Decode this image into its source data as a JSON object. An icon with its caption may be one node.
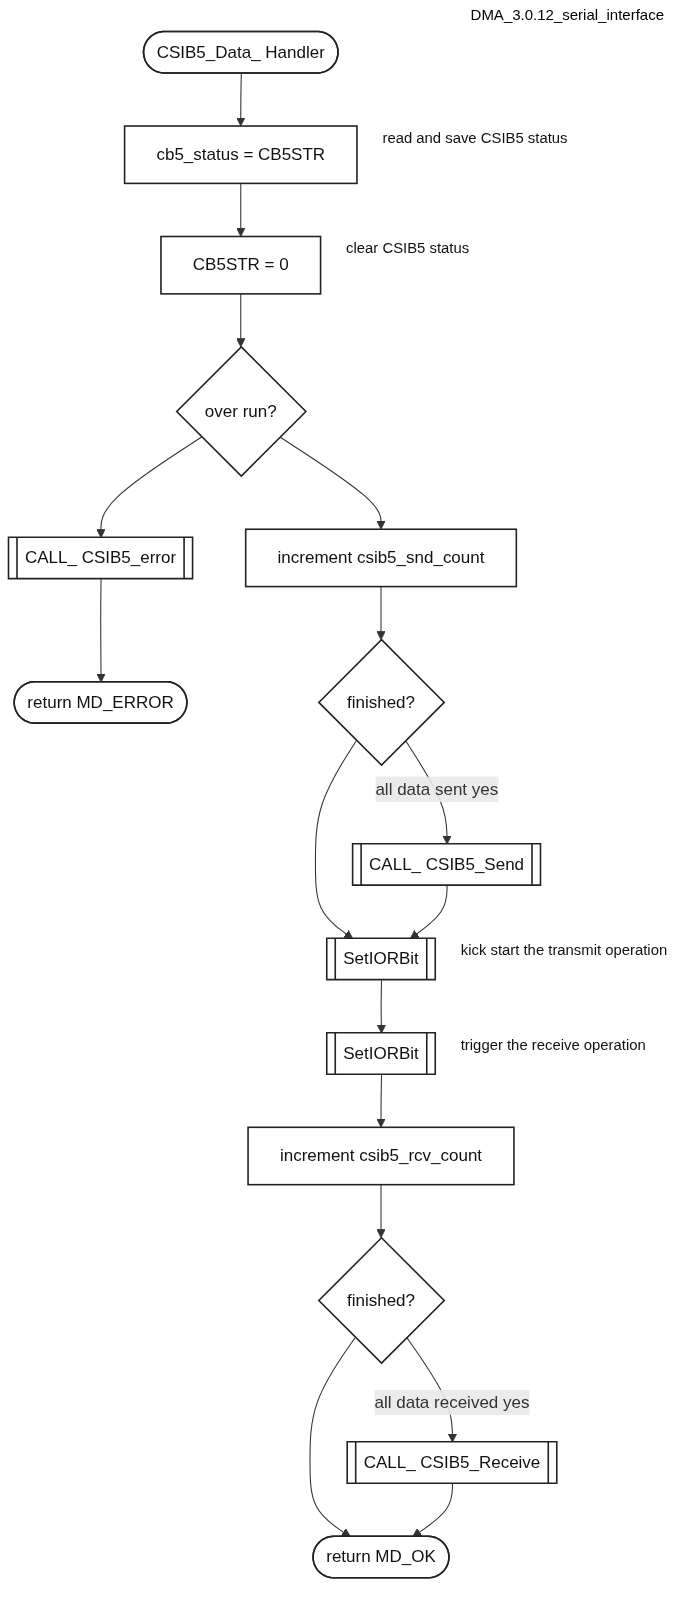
{
  "diagram": {
    "title": "DMA_3.0.12_serial_interface",
    "nodes": [
      {
        "text": [
          "CSIB5_Data_ Handler"
        ]
      },
      {
        "text": [
          "cb5_status = CB5STR"
        ],
        "beside": [
          "read and save CSIB5 status"
        ]
      },
      {
        "text": [
          "CB5STR = 0"
        ],
        "beside": [
          "clear CSIB5 status"
        ]
      },
      {
        "text": [
          "over run?"
        ]
      },
      {
        "text": [
          "CALL_ CSIB5_error"
        ]
      },
      {
        "text": [
          "return MD_ERROR"
        ]
      },
      {
        "text": [
          "increment csib5_snd_count"
        ]
      },
      {
        "text": [
          "finished?"
        ]
      },
      {
        "text": [
          "CALL_ CSIB5_Send"
        ]
      },
      {
        "text": [
          "SetIORBit"
        ],
        "beside": [
          "kick start the transmit operation"
        ]
      },
      {
        "text": [
          "SetIORBit"
        ],
        "beside": [
          "trigger the receive operation"
        ]
      },
      {
        "text": [
          "increment csib5_rcv_count"
        ]
      },
      {
        "text": [
          "finished?"
        ]
      },
      {
        "text": [
          "CALL_ CSIB5_Receive"
        ]
      },
      {
        "text": [
          "return MD_OK"
        ]
      }
    ],
    "edges": [
      {
        "from": 0,
        "to": 1,
        "arrow": "to"
      },
      {
        "from": 1,
        "to": 2,
        "arrow": "to"
      },
      {
        "from": 2,
        "to": 3,
        "arrow": "to"
      },
      {
        "from": 3,
        "to": 4,
        "arrow": "to"
      },
      {
        "from": 4,
        "to": 5,
        "arrow": "to"
      },
      {
        "from": 3,
        "to": 6,
        "arrow": "to"
      },
      {
        "from": 6,
        "to": 7,
        "arrow": "to"
      },
      {
        "from": 7,
        "to": 8,
        "label": "all data sent yes",
        "arrow": "to"
      },
      {
        "from": 7,
        "to": 9,
        "arrow": "to"
      },
      {
        "from": 8,
        "to": 9,
        "arrow": "to"
      },
      {
        "from": 9,
        "to": 10,
        "arrow": "to"
      },
      {
        "from": 10,
        "to": 11,
        "arrow": "to"
      },
      {
        "from": 11,
        "to": 12,
        "arrow": "to"
      },
      {
        "from": 12,
        "to": 13,
        "label": "all data received yes",
        "arrow": "to"
      },
      {
        "from": 12,
        "to": 14,
        "arrow": "to"
      },
      {
        "from": 13,
        "to": 14,
        "arrow": "to"
      }
    ]
  }
}
